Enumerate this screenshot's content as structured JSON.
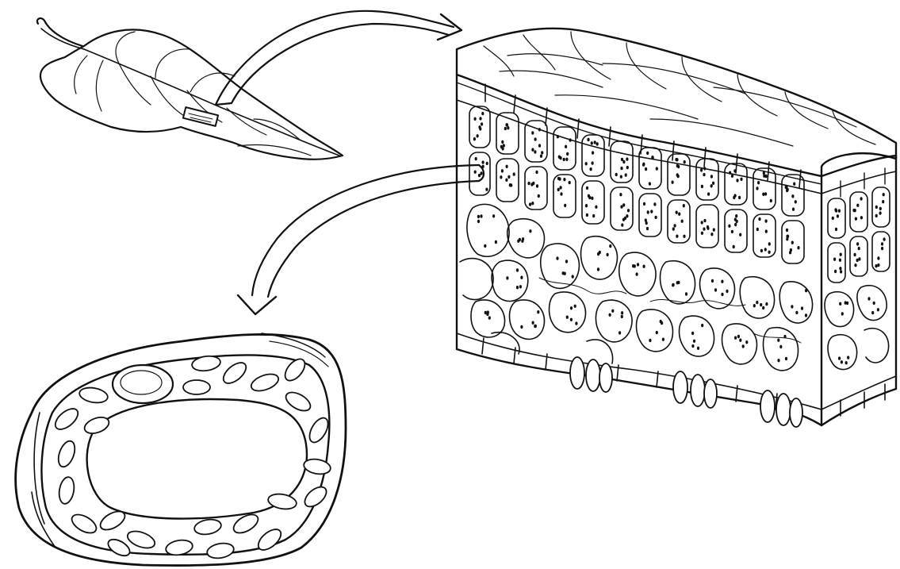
{
  "figure": {
    "description_visible_text": "",
    "colors": {
      "ink": "#111111",
      "paper": "#ffffff"
    },
    "parts": [
      "leaf",
      "leaf-cross-section-block",
      "plant-cell"
    ],
    "arrows": [
      "leaf-to-cross-section-arrow",
      "cross-section-to-cell-arrow"
    ]
  }
}
